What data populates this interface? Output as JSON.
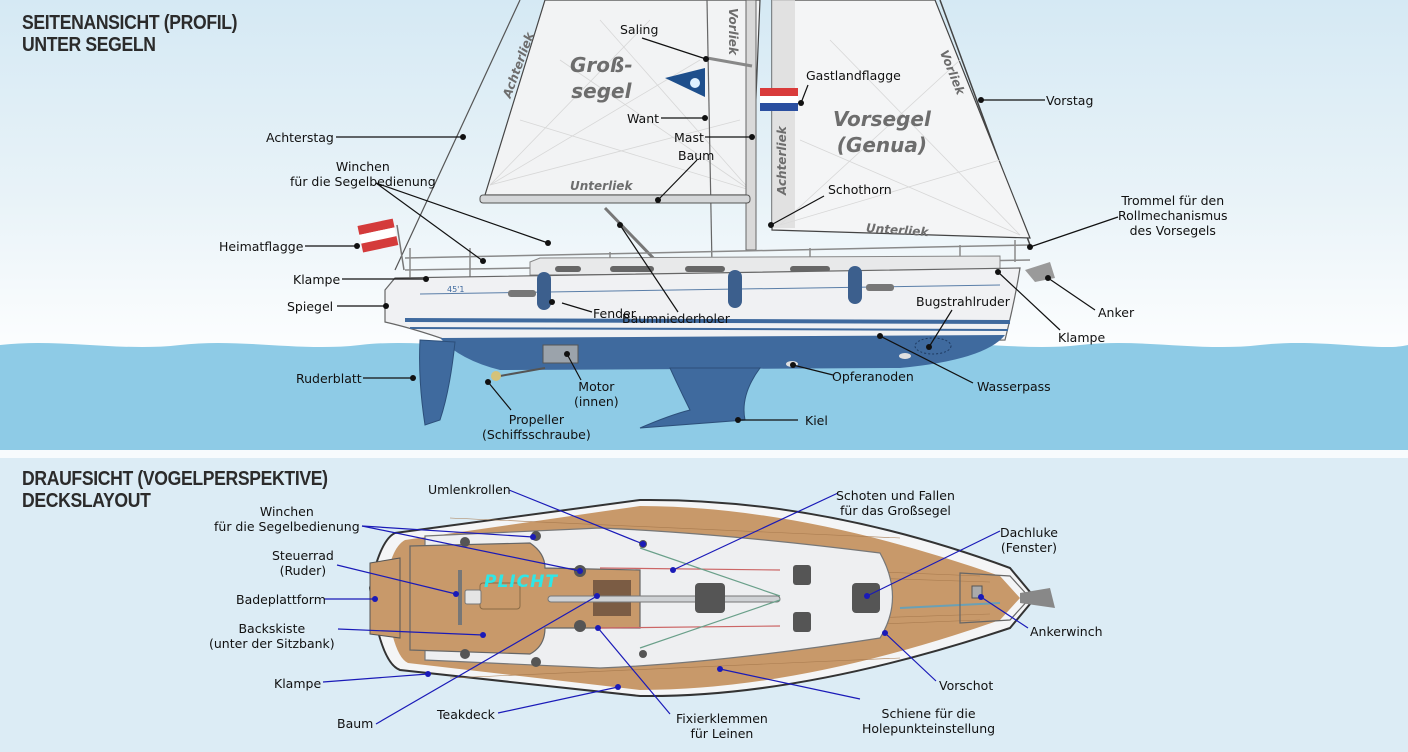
{
  "side_view": {
    "title_line1": "SEITENANSICHT (PROFIL)",
    "title_line2": "UNTER SEGELN",
    "sail_text": {
      "mainsail_1": "Groß-",
      "mainsail_2": "segel",
      "foresail_1": "Vorsegel",
      "foresail_2": "(Genua)",
      "leech_main": "Achterliek",
      "luff_main": "Vorliek",
      "foot_main": "Unterliek",
      "leech_fore": "Achterliek",
      "luff_fore": "Vorliek",
      "foot_fore": "Unterliek",
      "hull_number": "45'1"
    },
    "labels": {
      "achterstag": "Achterstag",
      "winchen_1": "Winchen",
      "winchen_2": "für die Segelbedienung",
      "heimatflagge": "Heimatflagge",
      "klampe_heck": "Klampe",
      "spiegel": "Spiegel",
      "ruderblatt": "Ruderblatt",
      "saling": "Saling",
      "want": "Want",
      "mast": "Mast",
      "baum": "Baum",
      "gastlandflagge": "Gastlandflagge",
      "vorstag": "Vorstag",
      "schothorn": "Schothorn",
      "trommel_1": "Trommel für den",
      "trommel_2": "Rollmechanismus",
      "trommel_3": "des Vorsegels",
      "fender": "Fender",
      "baumniederholer": "Baumniederholer",
      "bugstrahlruder": "Bugstrahlruder",
      "anker": "Anker",
      "klampe_bug": "Klampe",
      "motor_1": "Motor",
      "motor_2": "(innen)",
      "opferanoden": "Opferanoden",
      "wasserpass": "Wasserpass",
      "propeller_1": "Propeller",
      "propeller_2": "(Schiffsschraube)",
      "kiel": "Kiel"
    }
  },
  "top_view": {
    "title_line1": "DRAUFSICHT (VOGELPERSPEKTIVE)",
    "title_line2": "DECKSLAYOUT",
    "cockpit_text": "PLICHT",
    "labels": {
      "umlenkrollen": "Umlenkrollen",
      "winchen_1": "Winchen",
      "winchen_2": "für die Segelbedienung",
      "steuerrad_1": "Steuerrad",
      "steuerrad_2": "(Ruder)",
      "badeplattform": "Badeplattform",
      "backskiste_1": "Backskiste",
      "backskiste_2": "(unter der Sitzbank)",
      "klampe": "Klampe",
      "baum": "Baum",
      "teakdeck": "Teakdeck",
      "fixierklemmen_1": "Fixierklemmen",
      "fixierklemmen_2": "für Leinen",
      "schoten_1": "Schoten und Fallen",
      "schoten_2": "für das Großsegel",
      "dachluke_1": "Dachluke",
      "dachluke_2": "(Fenster)",
      "ankerwinch": "Ankerwinch",
      "vorschot": "Vorschot",
      "schiene_1": "Schiene für die",
      "schiene_2": "Holepunkteinstellung"
    }
  },
  "colors": {
    "water": "#8ecbe6",
    "hull_bottom": "#3f6a9e",
    "teak": "#c8996a",
    "leader_top": "#111111",
    "leader_bottom": "#1a1ab8"
  }
}
